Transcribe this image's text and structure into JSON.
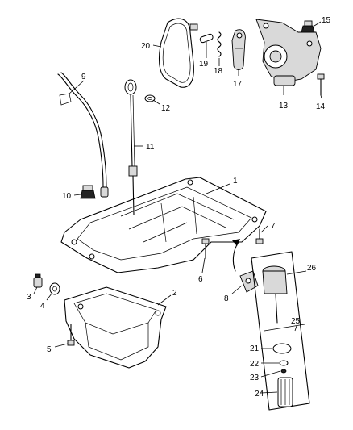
{
  "callouts": {
    "c1": "1",
    "c2": "2",
    "c3": "3",
    "c4": "4",
    "c5": "5",
    "c6": "6",
    "c7": "7",
    "c8": "8",
    "c9": "9",
    "c10": "10",
    "c11": "11",
    "c12": "12",
    "c13": "13",
    "c14": "14",
    "c15": "15",
    "c17": "17",
    "c18": "18",
    "c19": "19",
    "c20": "20",
    "c21": "21",
    "c22": "22",
    "c23": "23",
    "c24": "24",
    "c25": "25",
    "c26": "26"
  }
}
